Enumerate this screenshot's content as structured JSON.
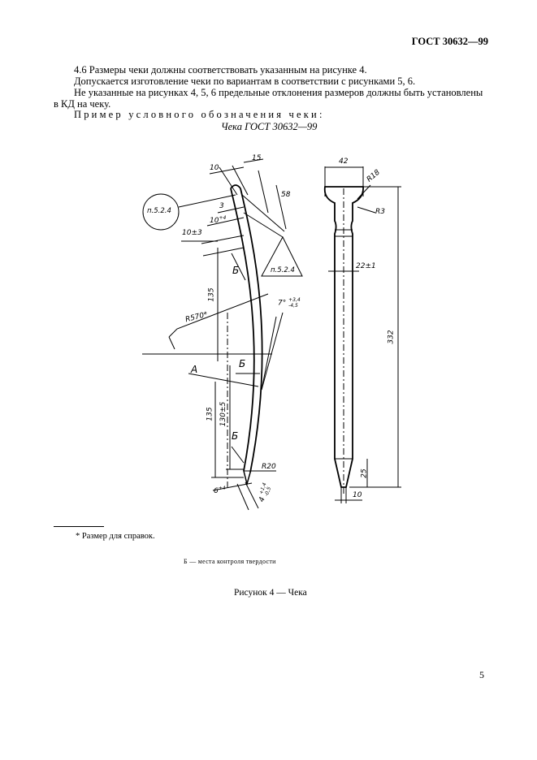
{
  "header": {
    "standard": "ГОСТ 30632—99"
  },
  "text": {
    "p1": "4.6 Размеры чеки должны соответствовать указанным на рисунке 4.",
    "p2": "Допускается изготовление чеки по вариантам в соответствии с рисунками 5, 6.",
    "p3_line1": "Не указанные на рисунках 4, 5, 6 предельные отклонения размеров должны быть установлены",
    "p3_line2": "в КД на чеку.",
    "example_label": "Пример условного обозначения чеки:",
    "example_value": "Чека ГОСТ 30632—99"
  },
  "drawing": {
    "left": {
      "dim_10": "10",
      "dim_15": "15",
      "dim_58": "58",
      "dim_3": "3",
      "dim_10_tol": "10",
      "dim_10_tol_sup": "+4",
      "dim_10pm3": "10±3",
      "ref_circle": "п.5.2.4",
      "ref_triangle": "п.5.2.4",
      "label_b1": "Б",
      "label_b2": "Б",
      "label_b3": "Б",
      "label_a": "А",
      "dim_135_top": "135",
      "dim_135_bottom": "135",
      "dim_130": "130±5",
      "radius": "R570",
      "radius_mark": "*",
      "angle_7": "7°",
      "angle_7_up": "+3,4",
      "angle_7_low": "-4,5",
      "radius_r20": "R20",
      "dim_6": "6",
      "dim_6_sup": "+4",
      "dim_4": "4",
      "dim_4_up": "+1,4",
      "dim_4_low": "-0,5"
    },
    "right": {
      "dim_42": "42",
      "radius_r18": "R18",
      "radius_r3": "R3",
      "dim_22": "22±1",
      "dim_332": "332",
      "dim_25": "25",
      "dim_10": "10"
    }
  },
  "footnote": "* Размер для справок.",
  "legend": "Б — места контроля твердости",
  "caption": "Рисунок 4 — Чека",
  "page_number": "5"
}
